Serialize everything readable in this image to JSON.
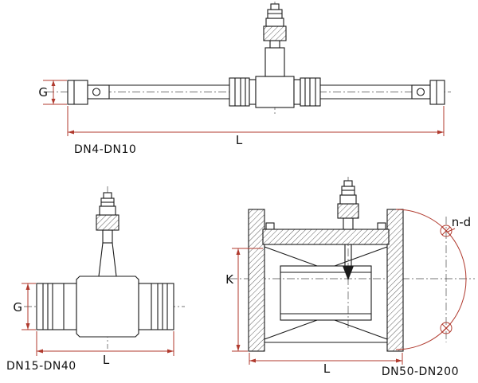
{
  "page": {
    "background": "#ffffff"
  },
  "colors": {
    "object_line": "#1a1a1a",
    "dimension_line": "#b03a2e",
    "centerline": "#4a4a4a",
    "label_text": "#111111"
  },
  "drawings": {
    "dn4_dn10": {
      "label": "DN4-DN10",
      "dims": {
        "g": "G",
        "l": "L"
      }
    },
    "dn15_dn40": {
      "label": "DN15-DN40",
      "dims": {
        "g": "G",
        "l": "L"
      }
    },
    "dn50_dn200": {
      "label": "DN50-DN200",
      "dims": {
        "k": "K",
        "l": "L",
        "bolt": "n-d"
      }
    }
  }
}
